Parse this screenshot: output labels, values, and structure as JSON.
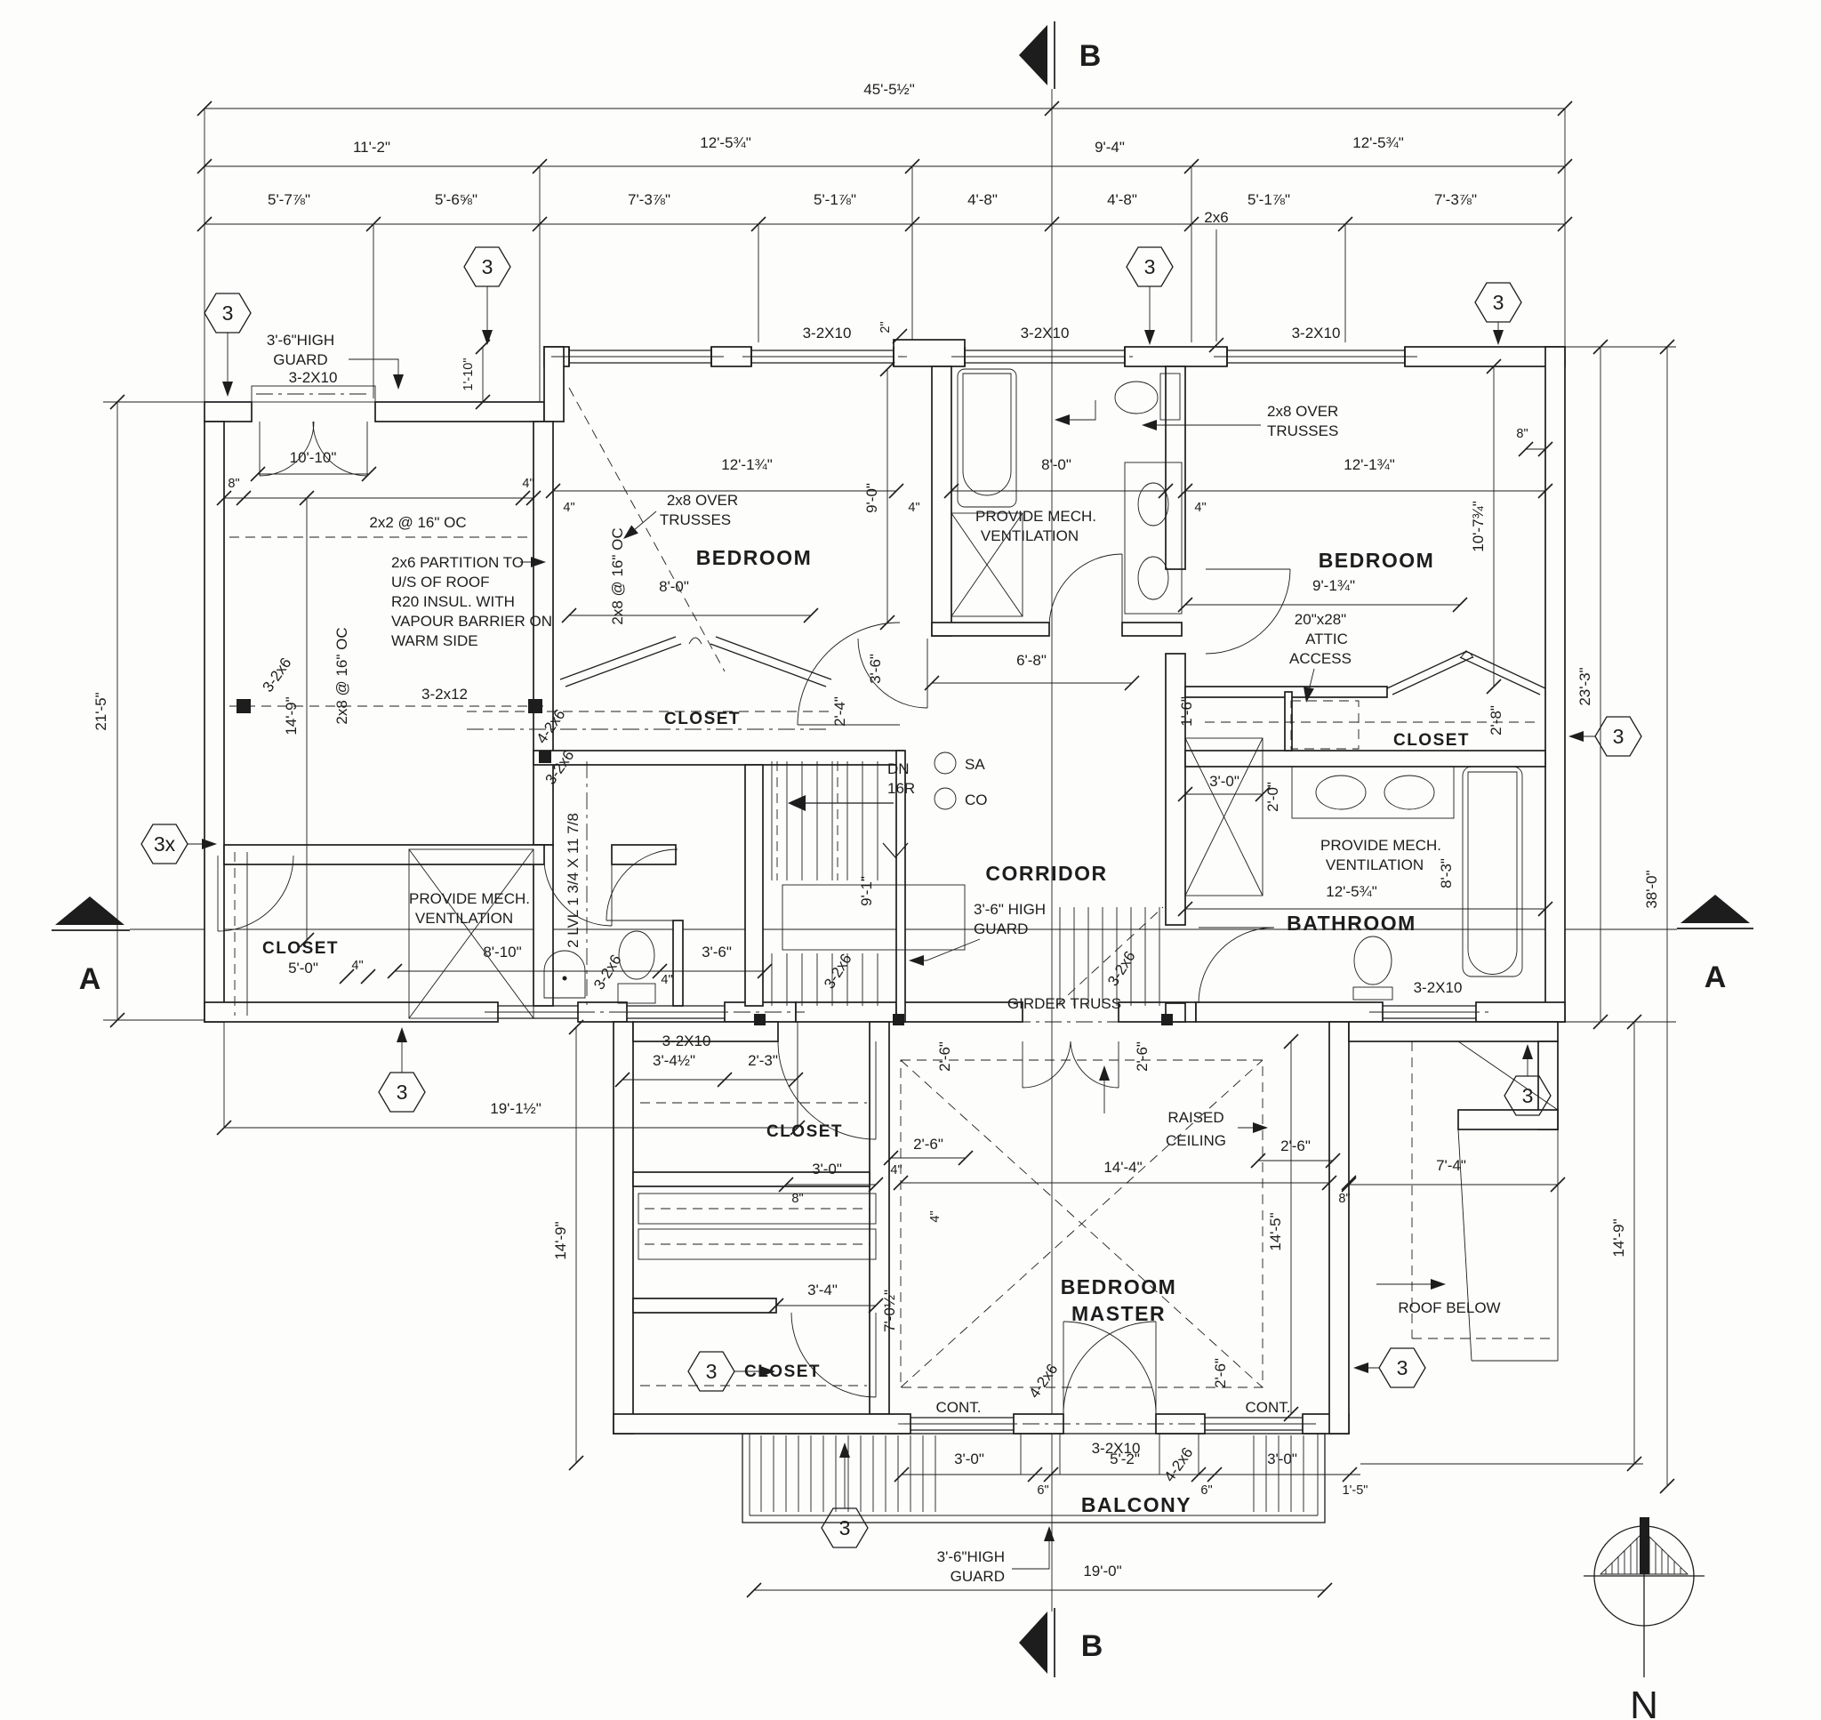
{
  "sheet": {
    "background": "#fdfdfc",
    "ink": "#1d1d1d"
  },
  "dims_top": {
    "overall": "45'-5½\"",
    "r2_1": "11'-2\"",
    "r2_2": "12'-5¾\"",
    "r2_3": "9'-4\"",
    "r2_4": "12'-5¾\"",
    "r3_1": "5'-7⅞\"",
    "r3_2": "5'-6⅝\"",
    "r3_3": "7'-3⅞\"",
    "r3_4": "5'-1⅞\"",
    "r3_5": "4'-8\"",
    "r3_6": "4'-8\"",
    "r3_7": "5'-1⅞\"",
    "r3_8": "7'-3⅞\""
  },
  "dims_left": {
    "overall": "21'-5\"",
    "wing": "14'-9\"",
    "lower": "19'-1½\"",
    "master": "14'-9\""
  },
  "dims_right": {
    "upper": "23'-3\"",
    "overall": "38'-0\"",
    "lower": "14'-9\"",
    "bed2_depth": "10'-7¾\""
  },
  "dims_interior": {
    "door_entry": "10'-10\"",
    "jog_110": "1'-10\"",
    "jog_2": "2\"",
    "bed1_w": "12'-1¾\"",
    "bed2_w": "12'-1¾\"",
    "bath_w": "8'-0\"",
    "bed1_8": "8'-0\"",
    "bath_d": "9'-0\"",
    "bed2_w2": "9'-1¾\"",
    "four": "4\"",
    "six": "6\"",
    "eight": "8\"",
    "c24": "2'-4\"",
    "c36": "3'-6\"",
    "c68": "6'-8\"",
    "c16": "1'-6\"",
    "c30": "3'-0\"",
    "c20": "2'-0\"",
    "c28": "2'-8\"",
    "stair_w": "9'-1\"",
    "c810": "8'-10\"",
    "c50": "5'-0\"",
    "c345": "3'-4½\"",
    "c23": "2'-3\"",
    "c26": "2'-6\"",
    "c144": "14'-4\"",
    "c145": "14'-5\"",
    "c705": "7'-0½\"",
    "c34": "3'-4\"",
    "c74": "7'-4\"",
    "c83": "8'-3\"",
    "bathroom_w": "12'-5¾\"",
    "c52": "5'-2\"",
    "c15": "1'-5\"",
    "c190": "19'-0\""
  },
  "rooms": {
    "bedroom": "BEDROOM",
    "corridor": "CORRIDOR",
    "bathroom": "BATHROOM",
    "master_l1": "BEDROOM",
    "master_l2": "MASTER",
    "balcony": "BALCONY",
    "closet": "CLOSET",
    "roof_below": "ROOF BELOW"
  },
  "notes": {
    "guard_hi": "3'-6\"HIGH",
    "guard": "GUARD",
    "guard_corr_hi": "3'-6\" HIGH",
    "mech1": "PROVIDE MECH.",
    "mech2": "VENTILATION",
    "part1": "2x6 PARTITION TO",
    "part2": "U/S OF ROOF",
    "part3": "R20 INSUL. WITH",
    "part4": "VAPOUR BARRIER ON",
    "part5": "WARM SIDE",
    "attic1": "20\"x28\"",
    "attic2": "ATTIC",
    "attic3": "ACCESS",
    "raised1": "RAISED",
    "raised2": "CEILING",
    "dn": "DN",
    "r16": "16R",
    "sa": "SA",
    "co": "CO",
    "cont": "CONT.",
    "girder": "GIRDER TRUSS",
    "truss1": "2x8 OVER",
    "truss2": "TRUSSES"
  },
  "framing": {
    "w3_2x10": "3-2X10",
    "w3_2x12": "3-2x12",
    "w3_2x6": "3-2x6",
    "w4_2x6": "4-2x6",
    "s2x6": "2x6",
    "s2x2_16": "2x2 @ 16\" OC",
    "s2x8_16": "2x8 @ 16\" OC",
    "lvl": "2 LVL 1 3/4 X 11 7/8"
  },
  "markers": {
    "section_a": "A",
    "section_b": "B",
    "north": "N",
    "key3": "3",
    "key3x": "3x"
  }
}
